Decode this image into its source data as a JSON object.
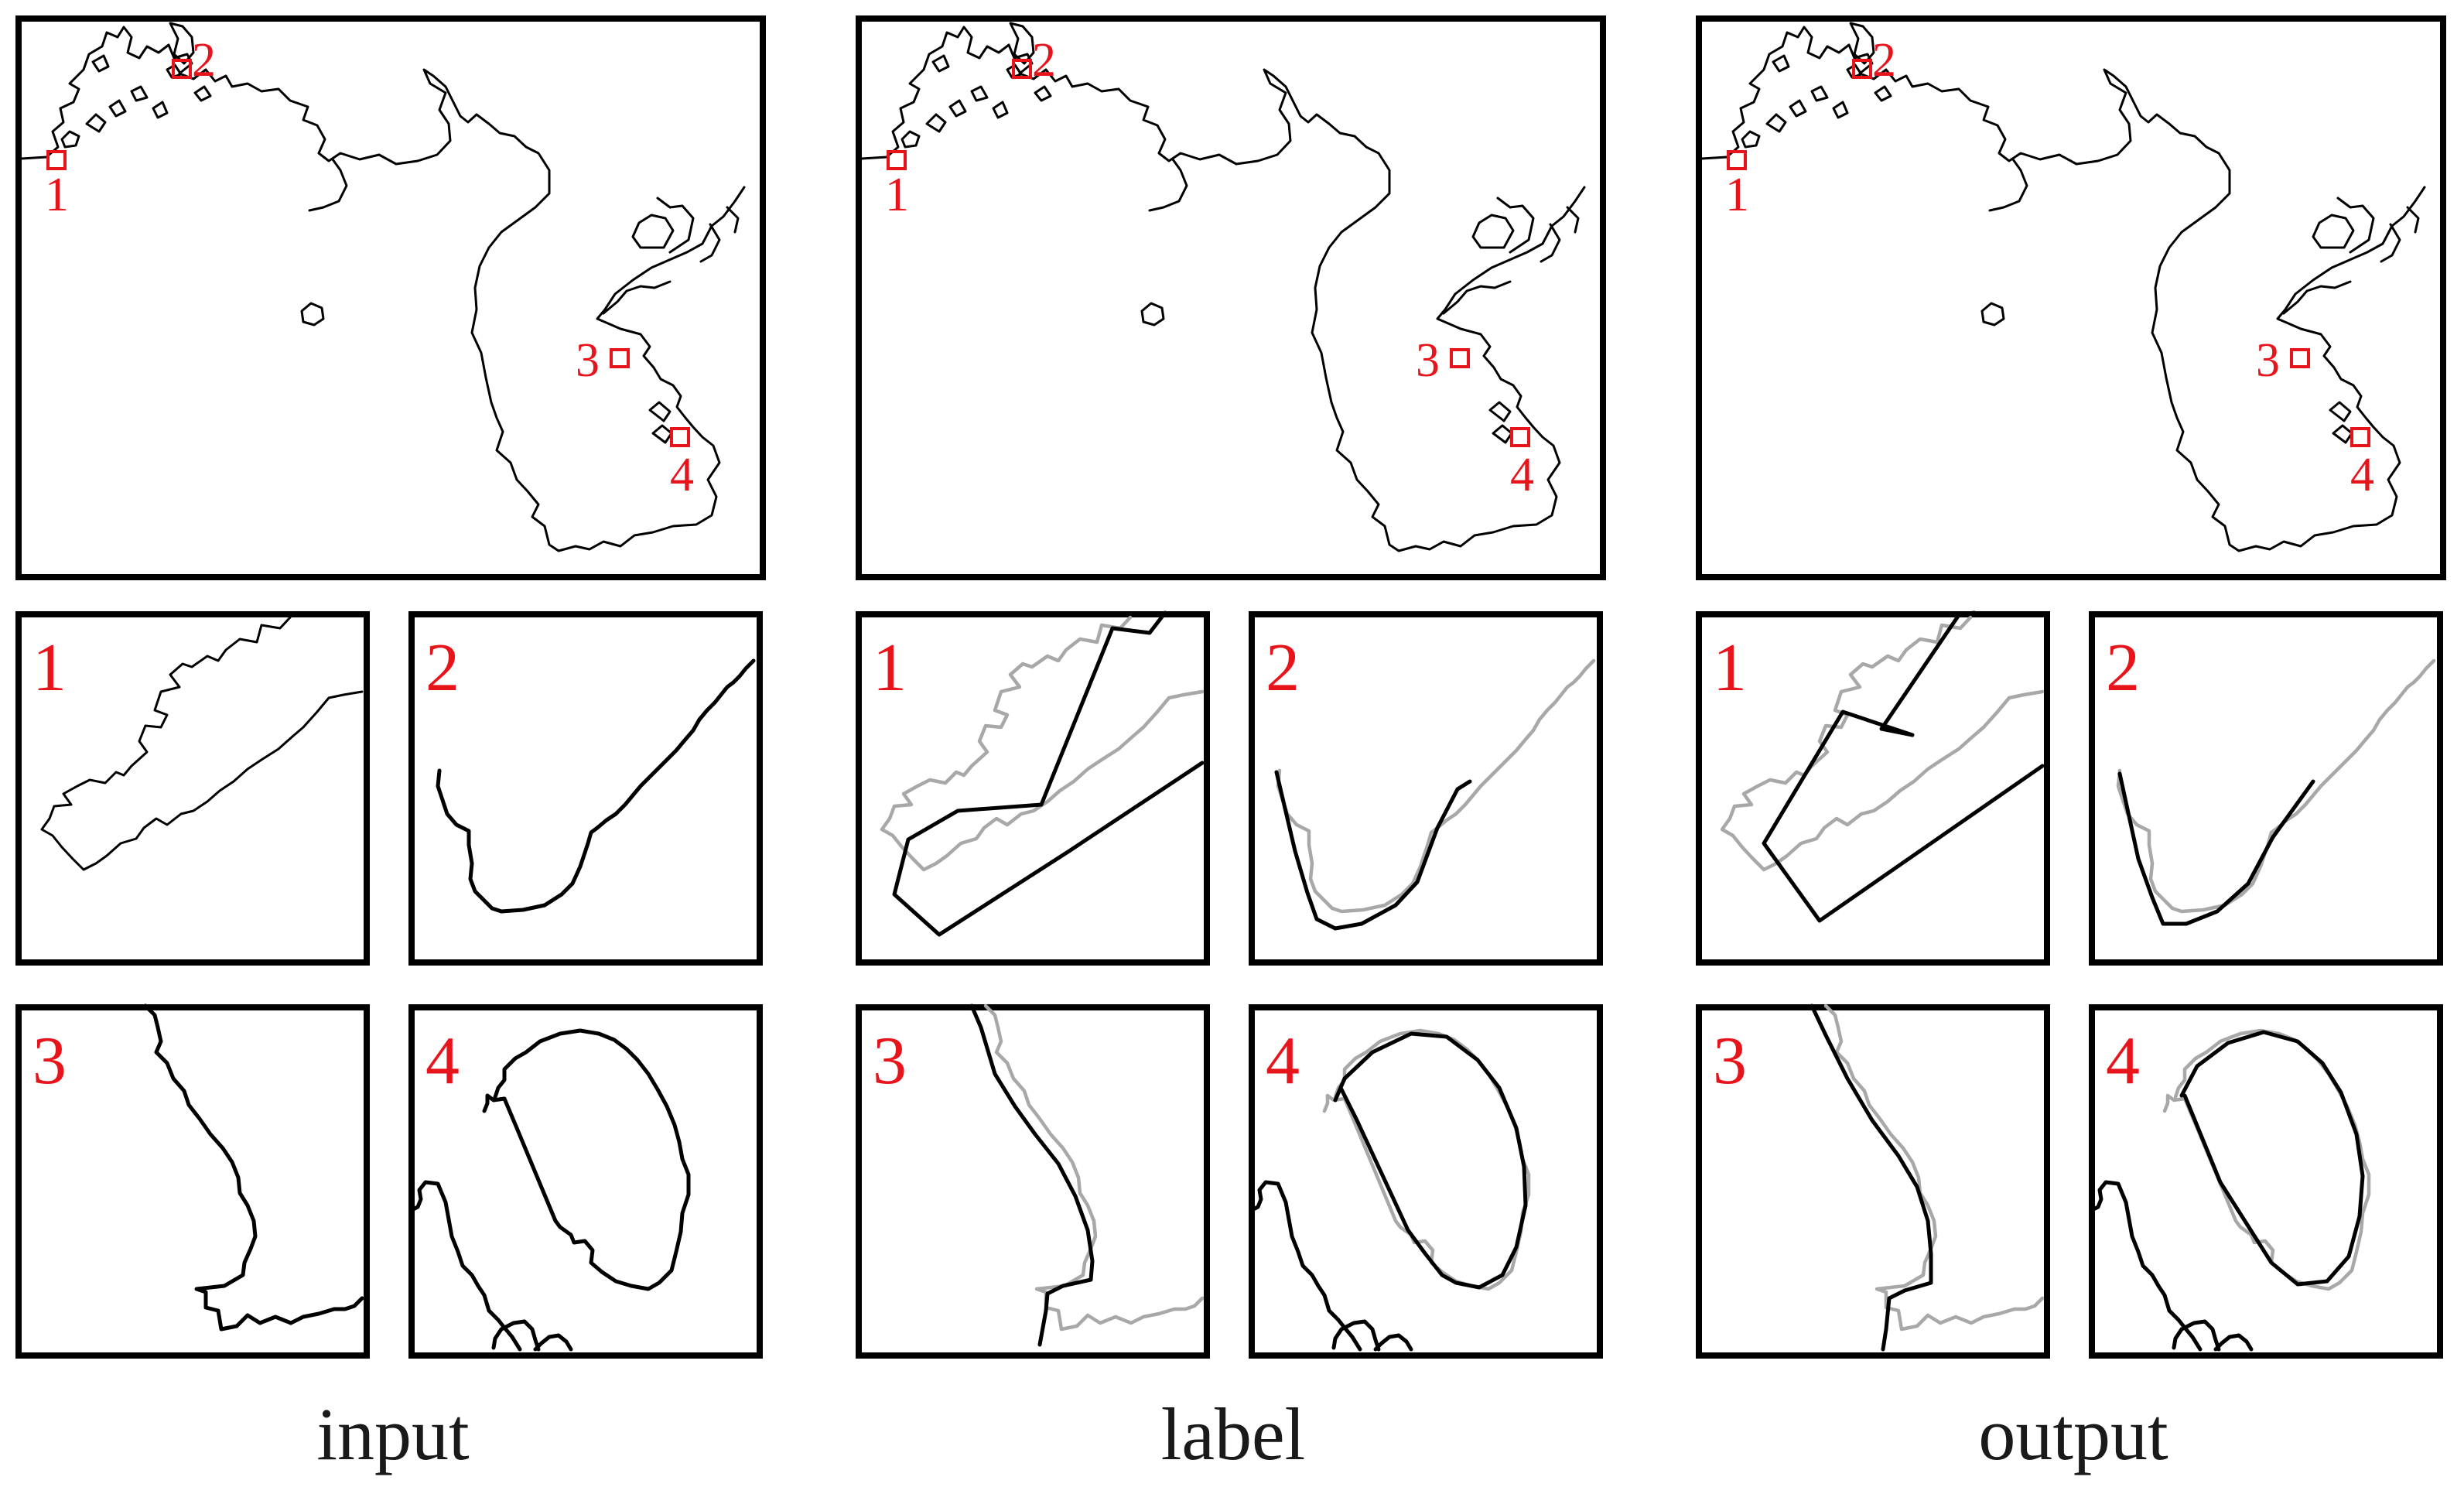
{
  "panels": [
    {
      "id": "input",
      "caption": "input"
    },
    {
      "id": "label",
      "caption": "label"
    },
    {
      "id": "output",
      "caption": "output"
    }
  ],
  "markers": [
    "1",
    "2",
    "3",
    "4"
  ],
  "colors": {
    "marker": "#e8141c",
    "coastline": "#000000",
    "reference_line": "#a8a8a8",
    "frame": "#000000",
    "background": "#ffffff"
  }
}
